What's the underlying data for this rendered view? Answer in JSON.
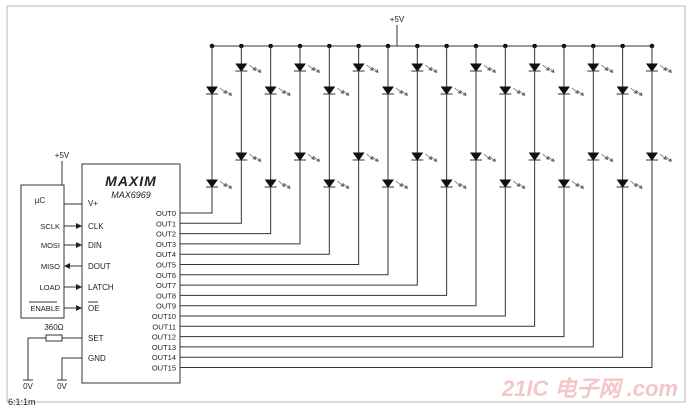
{
  "figure": {
    "supply_top": "+5V",
    "supply_left": "+5V",
    "chip": {
      "brand": "MAXIM",
      "part": "MAX6969",
      "vplus": "V+",
      "left_pins": [
        "CLK",
        "DIN",
        "DOUT",
        "LATCH",
        "OE"
      ],
      "set": "SET",
      "gnd": "GND",
      "outputs": [
        "OUT0",
        "OUT1",
        "OUT2",
        "OUT3",
        "OUT4",
        "OUT5",
        "OUT6",
        "OUT7",
        "OUT8",
        "OUT9",
        "OUT10",
        "OUT11",
        "OUT12",
        "OUT13",
        "OUT14",
        "OUT15"
      ]
    },
    "mcu": {
      "title": "µC",
      "pins": [
        "SCLK",
        "MOSI",
        "MISO",
        "LOAD",
        "ENABLE"
      ]
    },
    "resistor": "360Ω",
    "ground_left": "0V",
    "ground_right": "0V",
    "watermark": "21IC 电子网 .com",
    "corner_text": "6:1:1m"
  }
}
